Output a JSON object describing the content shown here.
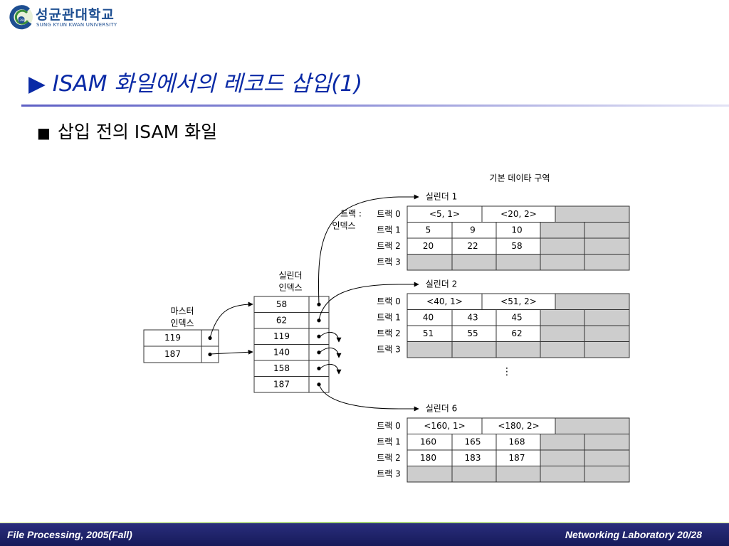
{
  "header": {
    "logo_icon": "university-emblem-icon",
    "logo_korean": "성균관대학교",
    "logo_english": "SUNG KYUN KWAN UNIVERSITY",
    "logo_seal_text": "1398"
  },
  "slide": {
    "title": "▶ ISAM 화일에서의 레코드 삽입(1)",
    "bullet_icon": "■",
    "bullet": "삽입 전의 ISAM 화일"
  },
  "diagram": {
    "primary_area_label": "기본 데이타 구역",
    "master_index": {
      "label_line1": "마스터",
      "label_line2": "인덱스",
      "keys": [
        "119",
        "187"
      ]
    },
    "cylinder_index": {
      "label_line1": "실린더",
      "label_line2": "인덱스",
      "keys": [
        "58",
        "62",
        "119",
        "140",
        "158",
        "187"
      ]
    },
    "track_index_label_line1": "트랙 :",
    "track_index_label_line2": "인덱스",
    "ellipsis": "⋮",
    "colors": {
      "empty_cell": "#cdcdcd",
      "line": "#000000"
    },
    "cylinders": [
      {
        "label": "실린더 1",
        "index_entries": [
          "<5, 1>",
          "<20, 2>"
        ],
        "tracks": [
          {
            "label": "트랙 0",
            "records": []
          },
          {
            "label": "트랙 1",
            "records": [
              "5",
              "9",
              "10"
            ]
          },
          {
            "label": "트랙 2",
            "records": [
              "20",
              "22",
              "58"
            ]
          },
          {
            "label": "트랙 3",
            "records": []
          }
        ]
      },
      {
        "label": "실린더 2",
        "index_entries": [
          "<40, 1>",
          "<51, 2>"
        ],
        "tracks": [
          {
            "label": "트랙 0",
            "records": []
          },
          {
            "label": "트랙 1",
            "records": [
              "40",
              "43",
              "45"
            ]
          },
          {
            "label": "트랙 2",
            "records": [
              "51",
              "55",
              "62"
            ]
          },
          {
            "label": "트랙 3",
            "records": []
          }
        ]
      },
      {
        "label": "실린더 6",
        "index_entries": [
          "<160, 1>",
          "<180, 2>"
        ],
        "tracks": [
          {
            "label": "트랙 0",
            "records": []
          },
          {
            "label": "트랙 1",
            "records": [
              "160",
              "165",
              "168"
            ]
          },
          {
            "label": "트랙 2",
            "records": [
              "180",
              "183",
              "187"
            ]
          },
          {
            "label": "트랙 3",
            "records": []
          }
        ]
      }
    ]
  },
  "footer": {
    "left": "File Processing, 2005(Fall)",
    "right": "Networking Laboratory  20/28"
  }
}
